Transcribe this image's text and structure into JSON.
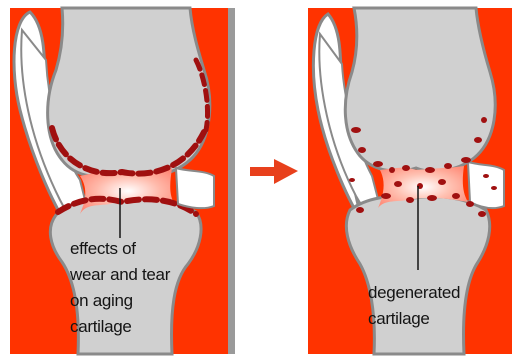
{
  "left_panel": {
    "caption_lines": [
      "effects of",
      "wear and tear",
      "on aging",
      "cartilage"
    ]
  },
  "right_panel": {
    "caption_lines": [
      "degenerated",
      "cartilage"
    ]
  },
  "colors": {
    "background": "#ff3300",
    "bone": "#d0d0d0",
    "bone_outline": "#8a8a8a",
    "cartilage": "#ffffff",
    "cartilage_damage": "#a01010",
    "arrow": "#e8401c",
    "divider": "#9a9a9a"
  },
  "icons": {
    "arrow": "right-arrow-icon"
  }
}
